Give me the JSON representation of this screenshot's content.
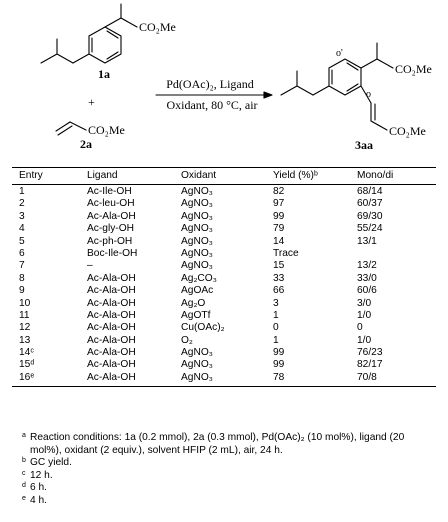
{
  "scheme": {
    "reactant_1_label": "1a",
    "reactant_2_label": "2a",
    "product_label": "3aa",
    "plus": "+",
    "ester_label": "CO₂Me",
    "conditions_line1": "Pd(OAc)₂, Ligand",
    "conditions_line2": "Oxidant, 80 °C, air",
    "ortho_o": "o",
    "ortho_o_prime": "o'"
  },
  "table": {
    "columns": [
      "Entry",
      "Ligand",
      "Oxidant",
      "Yield (%)ᵇ",
      "Mono/di"
    ],
    "rows": [
      [
        "1",
        "Ac-Ile-OH",
        "AgNO₃",
        "82",
        "68/14"
      ],
      [
        "2",
        "Ac-leu-OH",
        "AgNO₃",
        "97",
        "60/37"
      ],
      [
        "3",
        "Ac-Ala-OH",
        "AgNO₃",
        "99",
        "69/30"
      ],
      [
        "4",
        "Ac-gly-OH",
        "AgNO₃",
        "79",
        "55/24"
      ],
      [
        "5",
        "Ac-ph-OH",
        "AgNO₃",
        "14",
        "13/1"
      ],
      [
        "6",
        "Boc-Ile-OH",
        "AgNO₃",
        "Trace",
        ""
      ],
      [
        "7",
        "–",
        "AgNO₃",
        "15",
        "13/2"
      ],
      [
        "8",
        "Ac-Ala-OH",
        "Ag₂CO₃",
        "33",
        "33/0"
      ],
      [
        "9",
        "Ac-Ala-OH",
        "AgOAc",
        "66",
        "60/6"
      ],
      [
        "10",
        "Ac-Ala-OH",
        "Ag₂O",
        "3",
        "3/0"
      ],
      [
        "11",
        "Ac-Ala-OH",
        "AgOTf",
        "1",
        "1/0"
      ],
      [
        "12",
        "Ac-Ala-OH",
        "Cu(OAc)₂",
        "0",
        "0"
      ],
      [
        "13",
        "Ac-Ala-OH",
        "O₂",
        "1",
        "1/0"
      ],
      [
        "14ᶜ",
        "Ac-Ala-OH",
        "AgNO₃",
        "99",
        "76/23"
      ],
      [
        "15ᵈ",
        "Ac-Ala-OH",
        "AgNO₃",
        "99",
        "82/17"
      ],
      [
        "16ᵉ",
        "Ac-Ala-OH",
        "AgNO₃",
        "78",
        "70/8"
      ]
    ]
  },
  "footnotes": [
    {
      "tag": "a",
      "text": "Reaction conditions: 1a (0.2 mmol), 2a (0.3 mmol), Pd(OAc)₂ (10 mol%), ligand (20 mol%), oxidant (2 equiv.), solvent HFIP (2 mL), air, 24 h."
    },
    {
      "tag": "b",
      "text": "GC yield."
    },
    {
      "tag": "c",
      "text": "12 h."
    },
    {
      "tag": "d",
      "text": "6 h."
    },
    {
      "tag": "e",
      "text": "4 h."
    }
  ]
}
